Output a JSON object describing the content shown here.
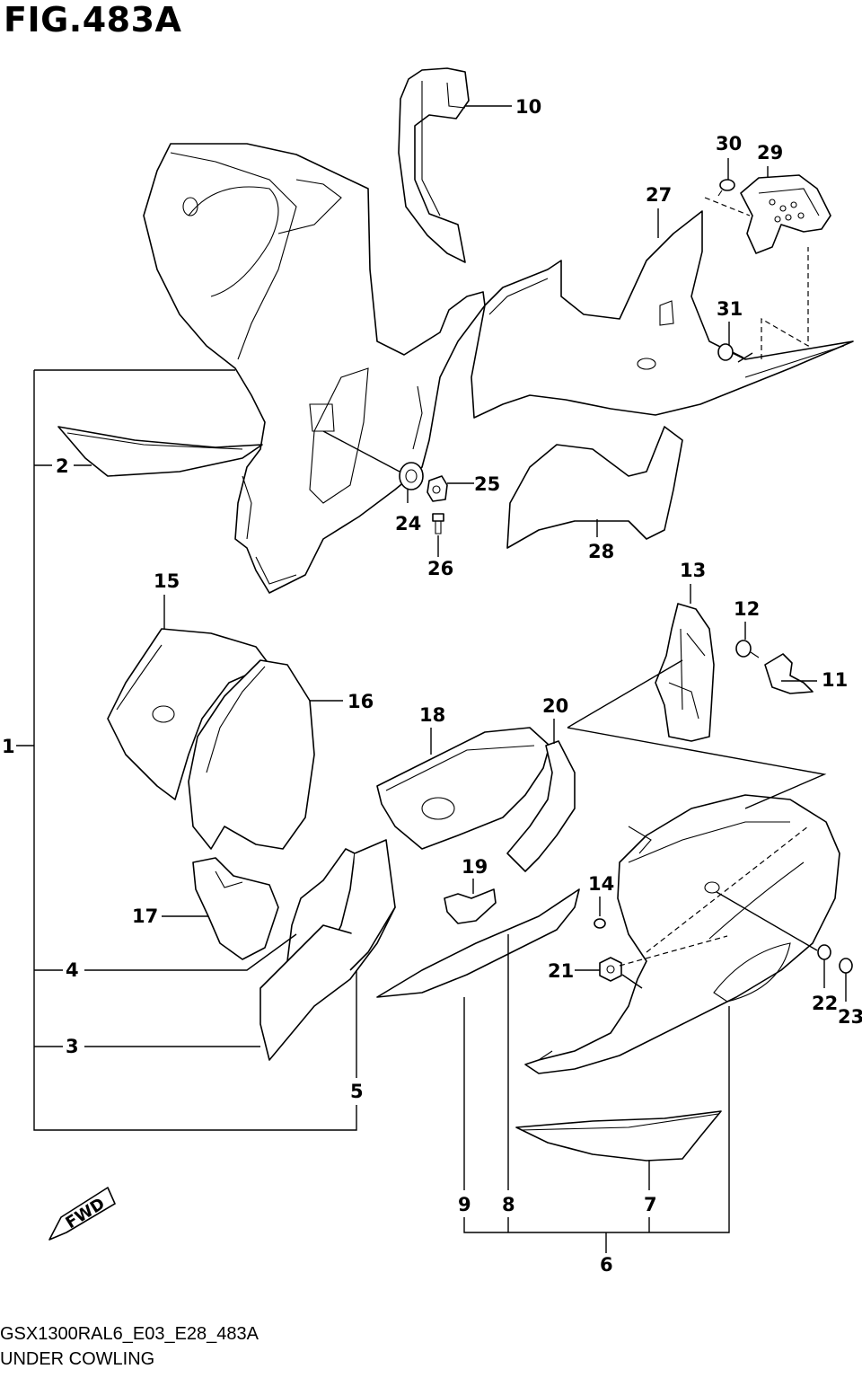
{
  "figure": {
    "title": "FIG.483A",
    "model_code": "GSX1300RAL6_E03_E28_483A",
    "section_name": "UNDER COWLING",
    "direction_label": "FWD"
  },
  "callouts": [
    "1",
    "2",
    "3",
    "4",
    "5",
    "6",
    "7",
    "8",
    "9",
    "10",
    "11",
    "12",
    "13",
    "14",
    "15",
    "16",
    "17",
    "18",
    "19",
    "20",
    "21",
    "22",
    "23",
    "24",
    "25",
    "26",
    "27",
    "28",
    "29",
    "30",
    "31"
  ]
}
